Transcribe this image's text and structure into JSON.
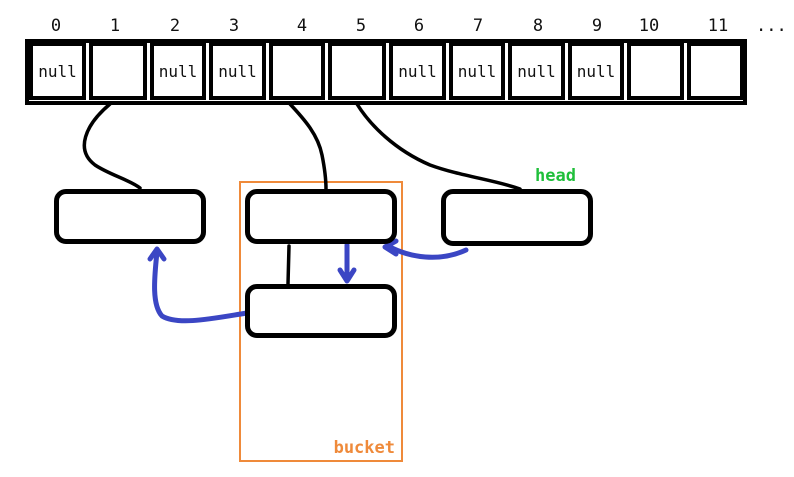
{
  "array": {
    "indices": [
      "0",
      "1",
      "2",
      "3",
      "4",
      "5",
      "6",
      "7",
      "8",
      "9",
      "10",
      "11"
    ],
    "cells": [
      "null",
      "",
      "null",
      "null",
      "",
      "",
      "null",
      "null",
      "null",
      "null",
      "",
      ""
    ],
    "more": "..."
  },
  "labels": {
    "head": "head",
    "bucket": "bucket"
  },
  "colors": {
    "pointer_arrows": "#3b46c4",
    "bucket_border": "#ef8a3a",
    "head_text": "#1fbf3a"
  }
}
